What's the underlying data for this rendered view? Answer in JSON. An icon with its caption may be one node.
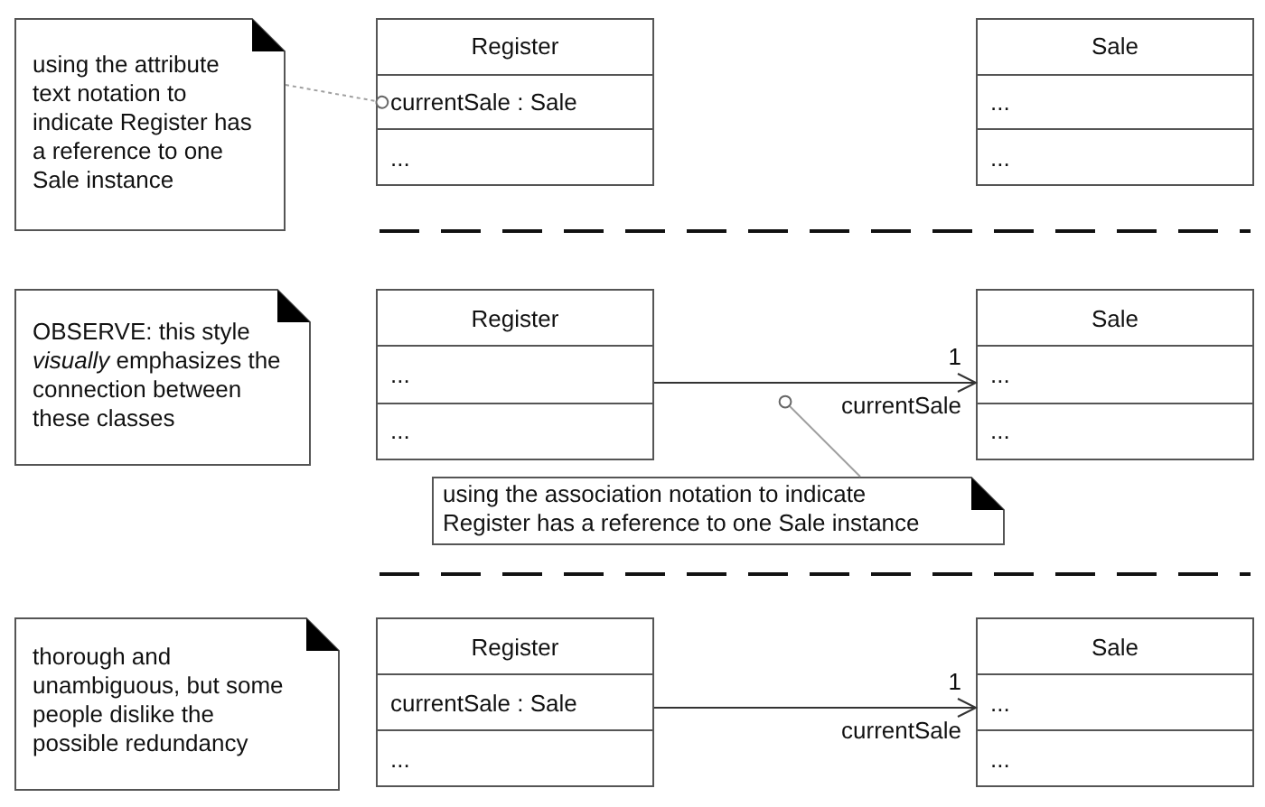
{
  "diagram": {
    "nodes": [
      {
        "text": [
          "using the attribute text notation to indicate Register has a reference to one Sale instance"
        ]
      },
      {
        "text": [
          "Register",
          "currentSale : Sale",
          "..."
        ]
      },
      {
        "text": [
          "Sale",
          "...",
          "..."
        ]
      },
      {
        "text": [
          "OBSERVE: this style *visually* emphasizes the connection between these classes"
        ]
      },
      {
        "text": [
          "Register",
          "...",
          "..."
        ]
      },
      {
        "text": [
          "Sale",
          "...",
          "..."
        ]
      },
      {
        "text": [
          "using the association notation to indicate Register has a reference to one Sale instance"
        ]
      },
      {
        "text": [
          "thorough and unambiguous, but some people dislike the possible redundancy"
        ]
      },
      {
        "text": [
          "Register",
          "currentSale : Sale",
          "..."
        ]
      },
      {
        "text": [
          "Sale",
          "...",
          "..."
        ]
      }
    ],
    "edges": [
      {
        "from": 0,
        "to": 1,
        "arrow": "other",
        "style": "dashed",
        "color": "#a0a0a0"
      },
      {
        "from": 4,
        "to": 5,
        "arrow": "to",
        "color": "#333333"
      },
      {
        "from": 6,
        "to": null,
        "arrow": "other",
        "color": "#a0a0a0"
      },
      {
        "from": 8,
        "to": 9,
        "arrow": "to",
        "color": "#333333"
      }
    ],
    "labels": [
      "1",
      "currentSale",
      "1",
      "currentSale"
    ]
  }
}
